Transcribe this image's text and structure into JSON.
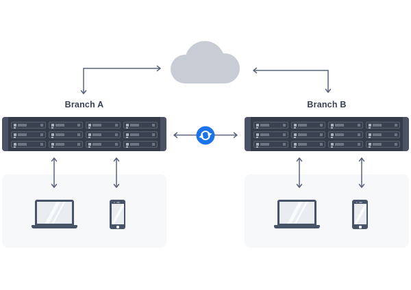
{
  "background": "#ffffff",
  "colors": {
    "cloud": "#c7ccd5",
    "connector": "#59627a",
    "label_text": "#3a4150",
    "rack_cap": "#4a5263",
    "rack_face": "#343b49",
    "bay_border": "#5a6270",
    "bay_inner": "#3a4251",
    "bay_led": "#adb3bd",
    "bay_detail": "#6e7684",
    "sync_blue": "#1b74e8",
    "sync_glyph": "#ffffff",
    "panel_bg": "#f7f8fa",
    "device_frame": "#475366",
    "device_screen": "#e9edf2"
  },
  "branches": [
    {
      "id": "branch-a",
      "label": "Branch A"
    },
    {
      "id": "branch-b",
      "label": "Branch B"
    }
  ],
  "rack": {
    "bay_count": 12,
    "columns": 4,
    "rows": 3
  },
  "icons": [
    "cloud-icon",
    "sync-icon",
    "server-rack",
    "laptop-icon",
    "smartphone-icon",
    "elbow-arrow",
    "double-headed-arrow"
  ]
}
